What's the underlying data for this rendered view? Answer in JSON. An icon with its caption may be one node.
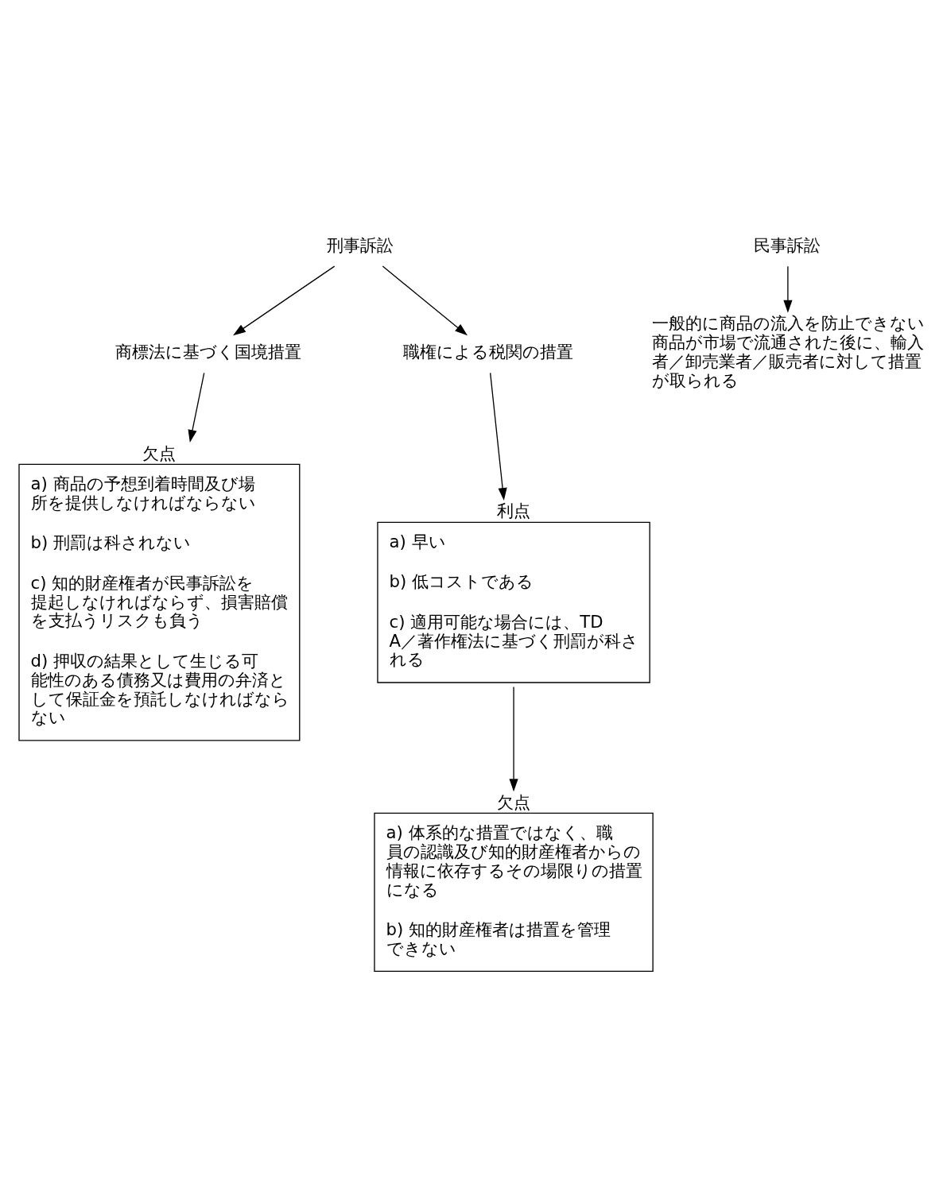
{
  "diagram": {
    "nodes": [
      {
        "text": [
          "刑事訴訟"
        ]
      },
      {
        "text": [
          "民事訴訟"
        ]
      },
      {
        "text": [
          "一般的に商品の流入を防止できない",
          "商品が市場で流通された後に、輸入者／卸売業者／販売者に対して措置が取られる"
        ]
      },
      {
        "text": [
          "商標法に基づく国境措置"
        ]
      },
      {
        "text": [
          "職権による税関の措置"
        ]
      },
      {
        "text": [
          "欠点",
          "a) 商品の予想到着時間及び場所を提供しなければならない",
          "b) 刑罰は科されない",
          "c) 知的財産権者が民事訴訟を提起しなければならず、損害賠償を支払うリスクも負う",
          "d) 押収の結果として生じる可能性のある債務又は費用の弁済として保証金を預託しなければならない"
        ]
      },
      {
        "text": [
          "利点",
          "a) 早い",
          "b) 低コストである",
          "c) 適用可能な場合には、TDA／著作権法に基づく刑罰が科される"
        ]
      },
      {
        "text": [
          "欠点",
          "a) 体系的な措置ではなく、職員の認識及び知的財産権者からの情報に依存するその場限りの措置になる",
          "b) 知的財産権者は措置を管理できない"
        ]
      }
    ],
    "edges": [
      {
        "from": 0,
        "to": 3,
        "arrow": "to"
      },
      {
        "from": 0,
        "to": 4,
        "arrow": "to"
      },
      {
        "from": 1,
        "to": 2,
        "arrow": "to"
      },
      {
        "from": 3,
        "to": 5,
        "arrow": "to"
      },
      {
        "from": 4,
        "to": 6,
        "arrow": "to"
      },
      {
        "from": 6,
        "to": 7,
        "arrow": "to"
      }
    ]
  }
}
